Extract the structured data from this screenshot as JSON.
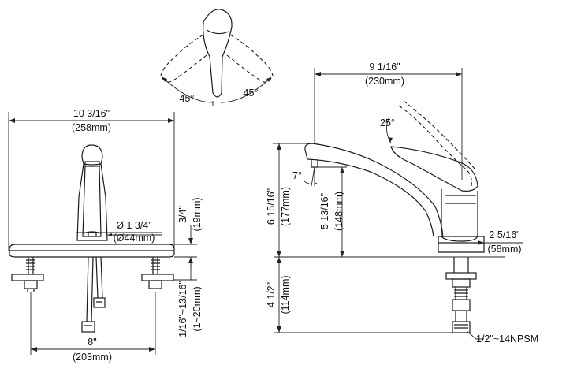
{
  "drawing": {
    "top_view": {
      "left_angle": "45°",
      "right_angle": "45°"
    },
    "front_view": {
      "overall_width": "10 3/16\"",
      "overall_width_mm": "(258mm)",
      "hole_dia": "Ø 1 3/4\"",
      "hole_dia_mm": "(Ø44mm)",
      "plate_thickness": "3/4\"",
      "plate_thickness_mm": "(19mm)",
      "deck_range": "1/16\"~13/16\"",
      "deck_range_mm": "(1~20mm)",
      "center_spacing": "8\"",
      "center_spacing_mm": "(203mm)"
    },
    "side_view": {
      "reach": "9 1/16\"",
      "reach_mm": "(230mm)",
      "handle_angle": "25°",
      "spout_angle": "7°",
      "height": "6 15/16\"",
      "height_mm": "(177mm)",
      "spout_height": "5 13/16\"",
      "spout_height_mm": "(148mm)",
      "base_dia": "2 5/16\"",
      "base_dia_mm": "(58mm)",
      "shank_length": "4 1/2\"",
      "shank_length_mm": "(114mm)",
      "thread": "1/2\"~14NPSM"
    }
  }
}
